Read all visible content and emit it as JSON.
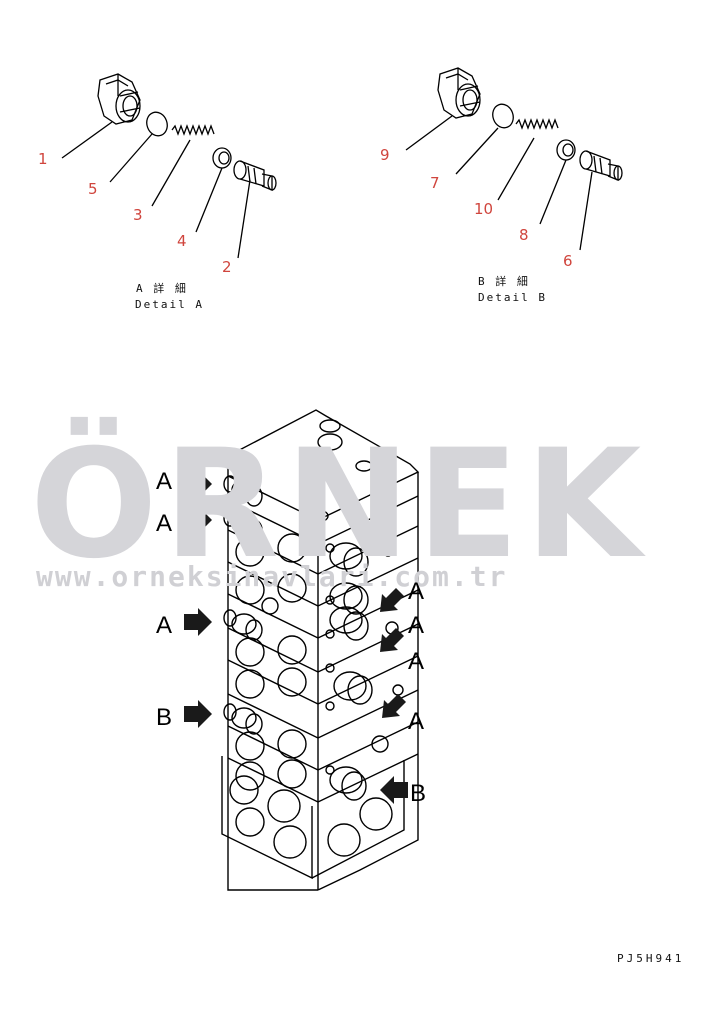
{
  "detail_a": {
    "parts": [
      "1",
      "5",
      "3",
      "4",
      "2"
    ],
    "caption_jp": "A 詳 細",
    "caption_en": "Detail A"
  },
  "detail_b": {
    "parts": [
      "9",
      "7",
      "10",
      "8",
      "6"
    ],
    "caption_jp": "B 詳 細",
    "caption_en": "Detail B"
  },
  "callouts": {
    "left": [
      "A",
      "A",
      "A",
      "B"
    ],
    "right": [
      "A",
      "A",
      "A",
      "A",
      "B"
    ]
  },
  "watermark": {
    "brand": "ÖRNEK",
    "url": "www.orneksinavlari.com.tr"
  },
  "drawing_code": "PJ5H941"
}
